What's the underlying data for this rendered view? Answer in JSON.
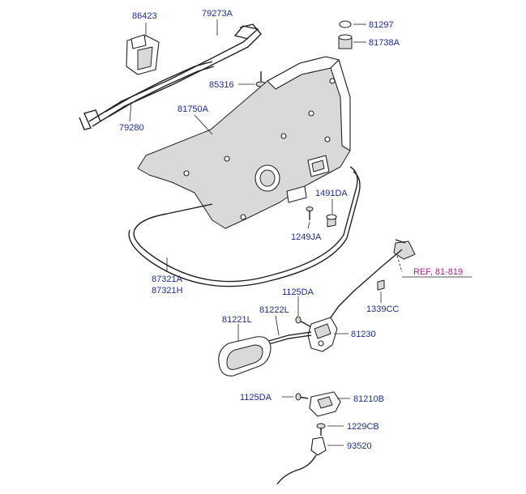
{
  "labels": {
    "p86423": "86423",
    "p79273a": "79273A",
    "p81297": "81297",
    "p81738a": "81738A",
    "p85316": "85316",
    "p81750a": "81750A",
    "p79280": "79280",
    "p1491da": "1491DA",
    "p1249ja": "1249JA",
    "p87321a": "87321A",
    "p87321h": "87321H",
    "ref": "REF, 81-819",
    "p1125da_top": "1125DA",
    "p1339cc": "1339CC",
    "p81222l": "81222L",
    "p81221l": "81221L",
    "p81230": "81230",
    "p1125da_bottom": "1125DA",
    "p81210b": "81210B",
    "p1229cb": "1229CB",
    "p93520": "93520"
  }
}
